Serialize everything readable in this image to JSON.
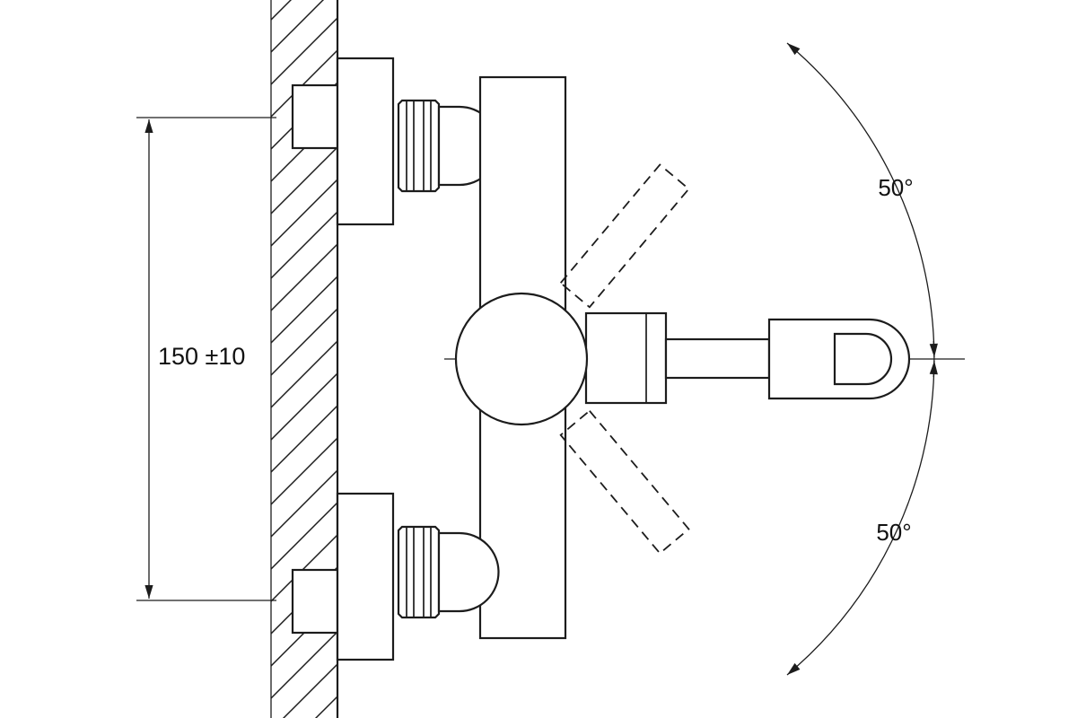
{
  "drawing": {
    "dimension_label": "150 ±10",
    "angle_top_label": "50°",
    "angle_bottom_label": "50°"
  },
  "colors": {
    "ink": "#1c1c1c",
    "background": "#ffffff"
  }
}
